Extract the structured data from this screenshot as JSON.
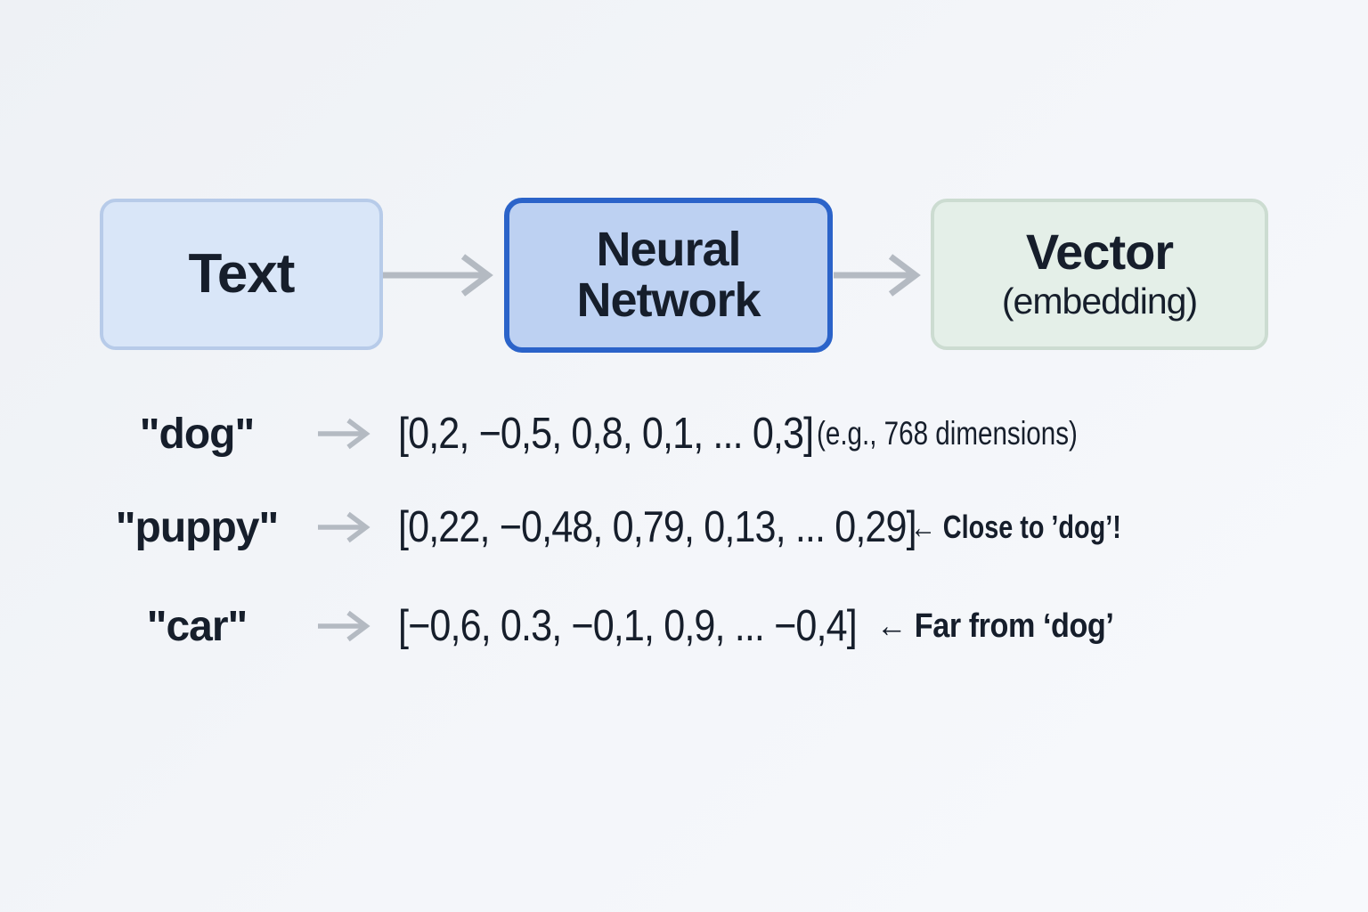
{
  "colors": {
    "background": "#f3f5f9",
    "text_primary": "#161e2b",
    "arrow": "#b4bac2",
    "text_box_fill": "#d9e6f8",
    "text_box_border": "#b7cbe9",
    "nn_box_fill": "#bdd1f2",
    "nn_box_border": "#2b63c9",
    "vector_box_fill": "#e4efe8",
    "vector_box_border": "#ccdcd1"
  },
  "flow": {
    "nodes": {
      "text": {
        "label": "Text"
      },
      "neural_network": {
        "line1": "Neural",
        "line2": "Network"
      },
      "vector": {
        "label": "Vector",
        "sublabel": "(embedding)"
      }
    }
  },
  "examples": [
    {
      "word": "\"dog\"",
      "vector": "[0,2, −0,5, 0,8, 0,1, ... 0,3]",
      "annotation": "(e.g., 768 dimensions)"
    },
    {
      "word": "\"puppy\"",
      "vector": "[0,22, −0,48, 0,79, 0,13, ... 0,29]",
      "annotation": "← Close to ’dog’!"
    },
    {
      "word": "\"car\"",
      "vector": "[−0,6, 0.3, −0,1, 0,9, ... −0,4]",
      "annotation": "← Far from ‘dog’"
    }
  ]
}
